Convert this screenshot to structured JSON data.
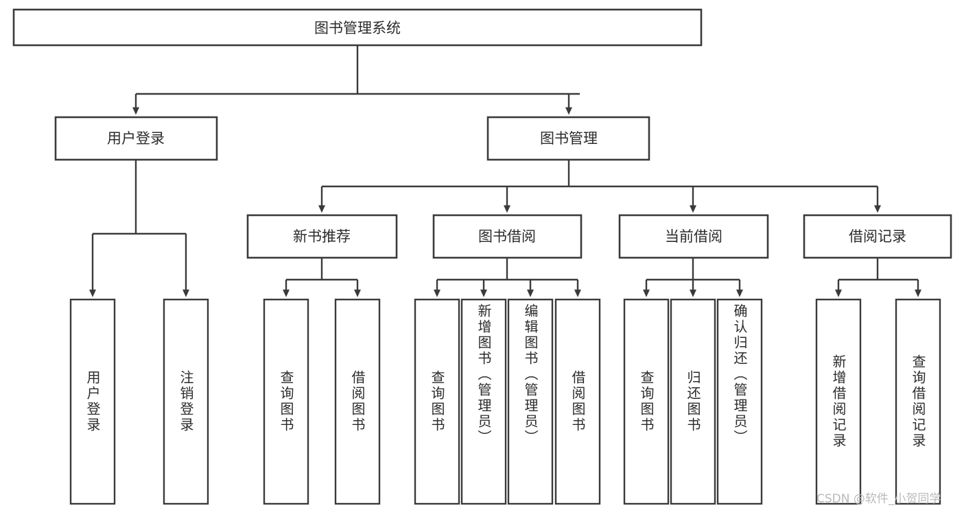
{
  "diagram": {
    "title": "图书管理系统",
    "type": "tree",
    "background_color": "#ffffff",
    "line_color": "#3a3a3a",
    "text_color": "#2b2b2b",
    "root": {
      "label": "图书管理系统"
    },
    "level2": [
      {
        "label": "用户登录"
      },
      {
        "label": "图书管理"
      }
    ],
    "level3": [
      {
        "label": "新书推荐"
      },
      {
        "label": "图书借阅"
      },
      {
        "label": "当前借阅"
      },
      {
        "label": "借阅记录"
      }
    ],
    "leaves": {
      "user_login": [
        {
          "label": "用户登录"
        },
        {
          "label": "注销登录"
        }
      ],
      "new_book_recommend": [
        {
          "label": "查询图书"
        },
        {
          "label": "借阅图书"
        }
      ],
      "book_borrow": [
        {
          "label": "查询图书"
        },
        {
          "label": "新增图书（管理员）"
        },
        {
          "label": "编辑图书（管理员）"
        },
        {
          "label": "借阅图书"
        }
      ],
      "current_borrow": [
        {
          "label": "查询图书"
        },
        {
          "label": "归还图书"
        },
        {
          "label": "确认归还（管理员）"
        }
      ],
      "borrow_record": [
        {
          "label": "新增借阅记录"
        },
        {
          "label": "查询借阅记录"
        }
      ]
    },
    "watermark": "CSDN @软件_小贺同学"
  }
}
